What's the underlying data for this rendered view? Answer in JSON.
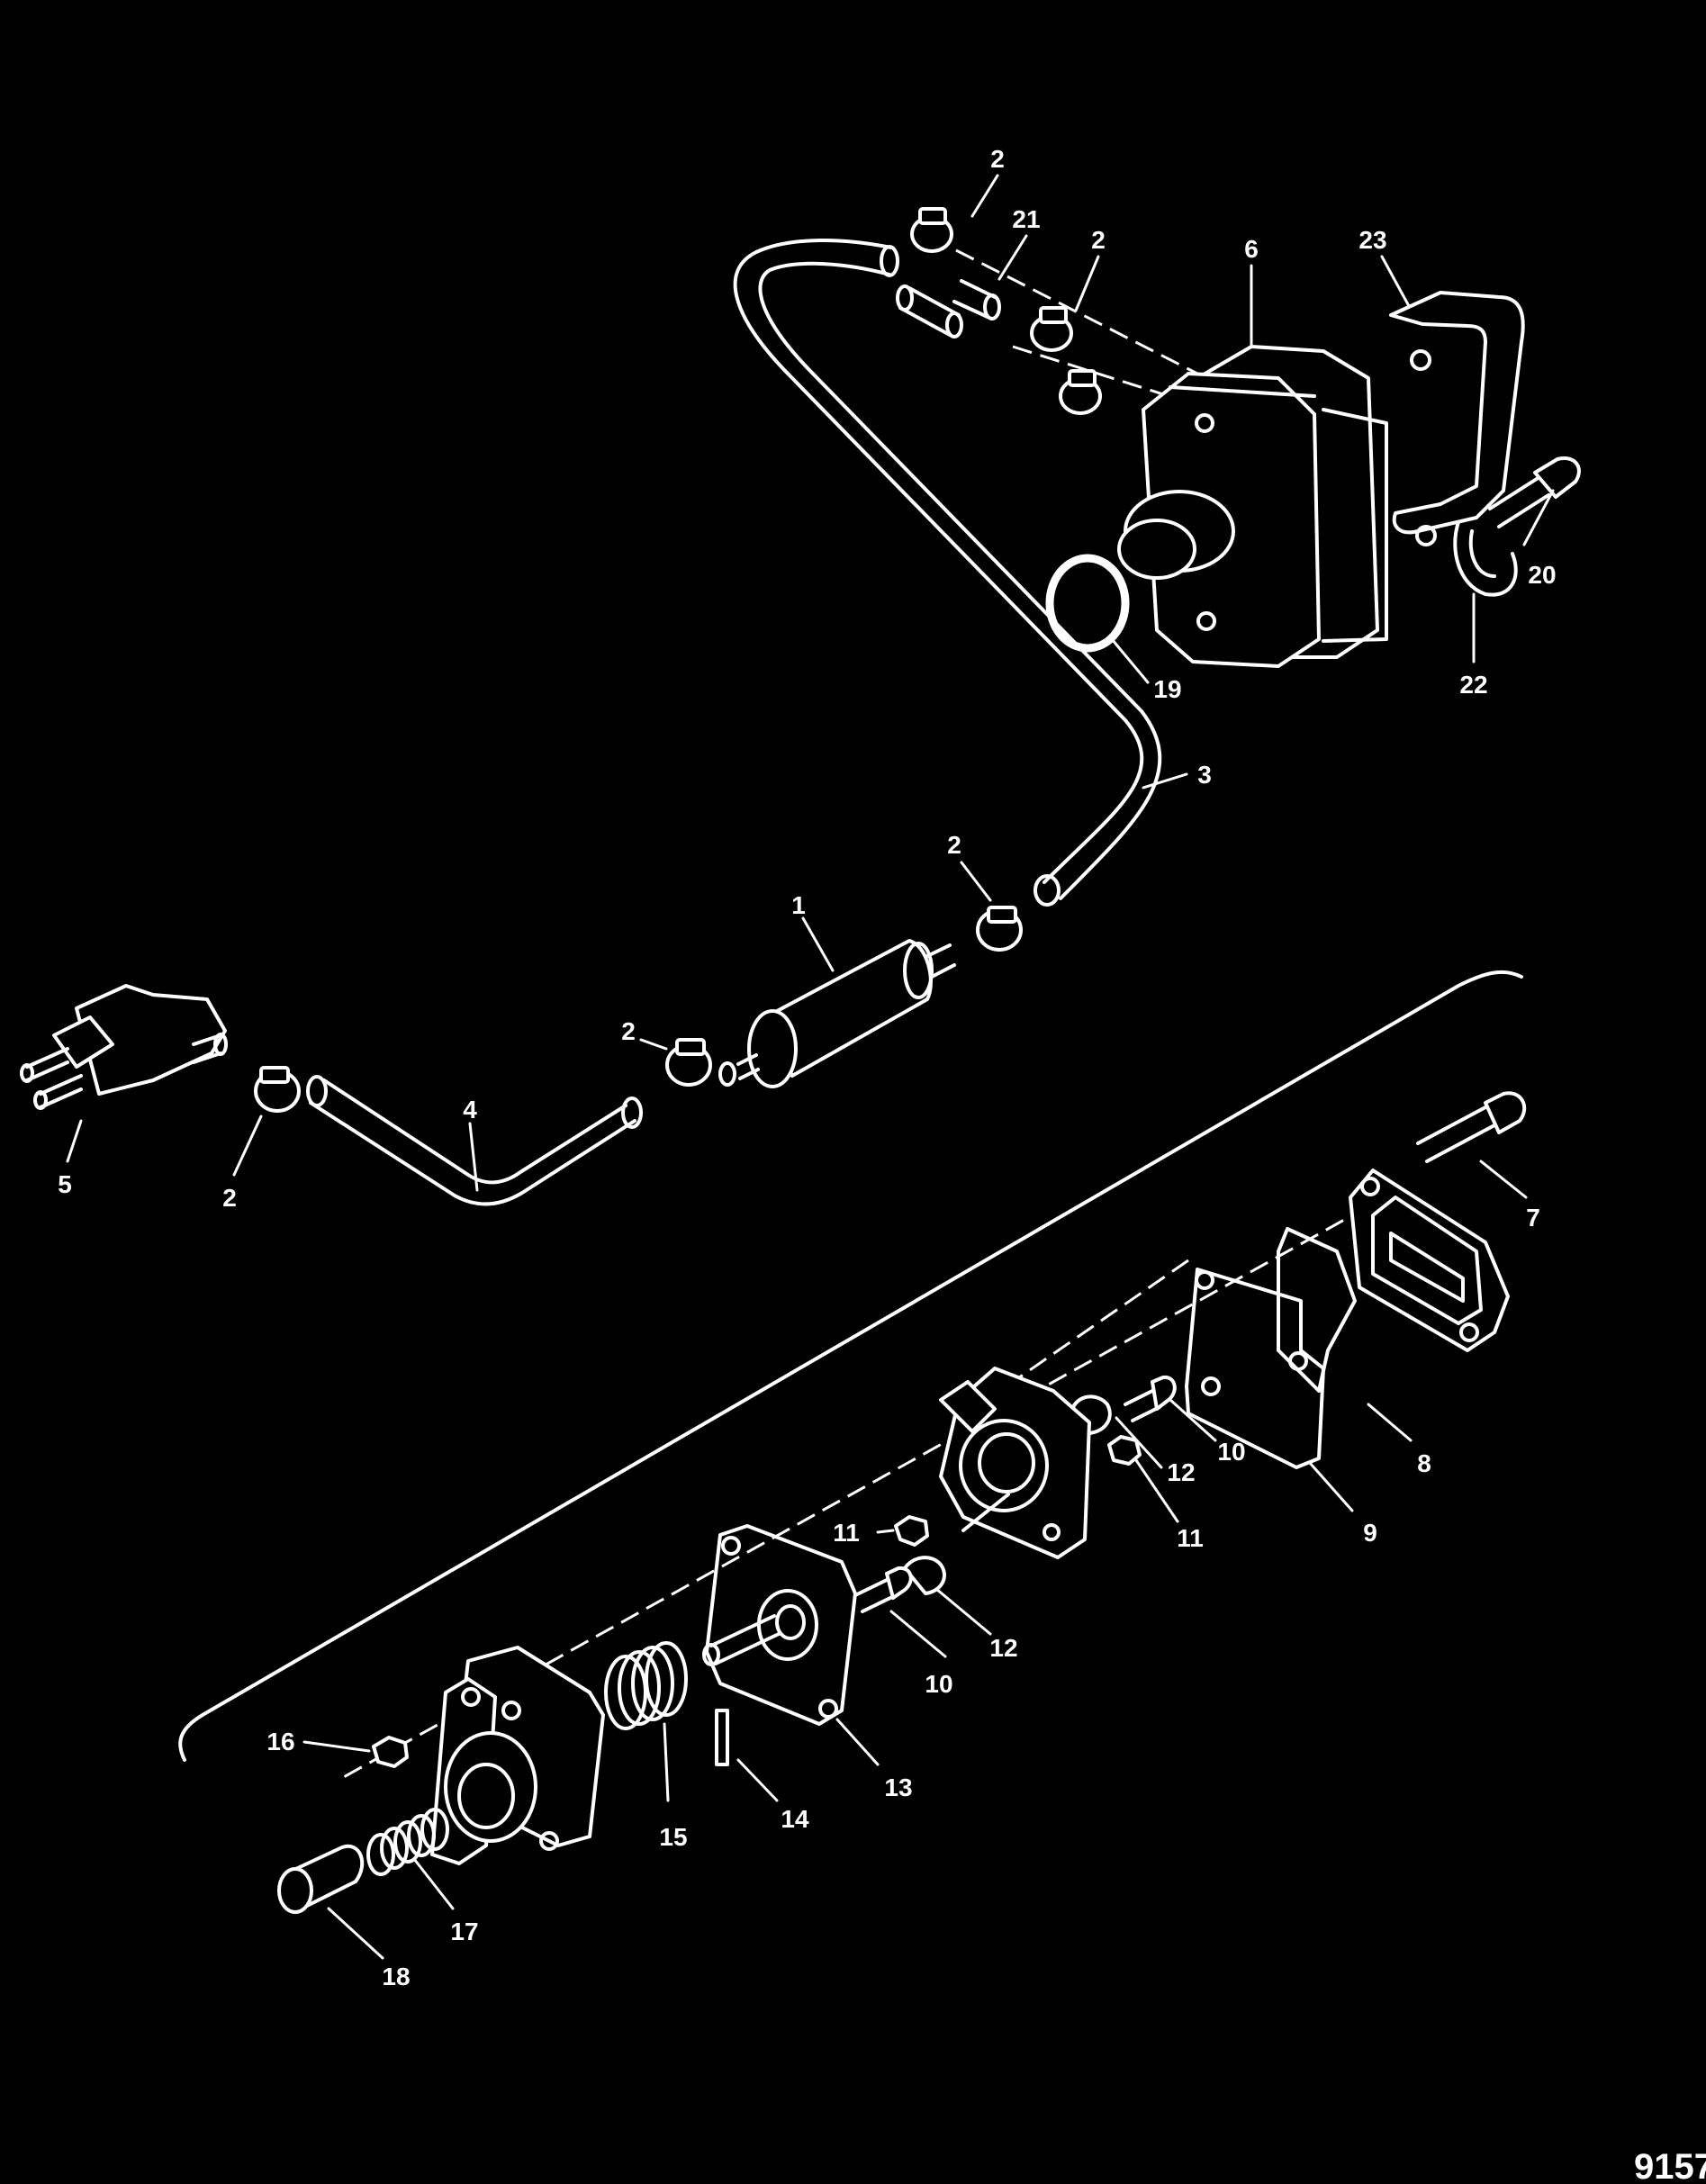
{
  "figure_number": "9157",
  "callouts": [
    {
      "id": "c2a",
      "text": "2"
    },
    {
      "id": "c21",
      "text": "21"
    },
    {
      "id": "c2b",
      "text": "2"
    },
    {
      "id": "c6",
      "text": "6"
    },
    {
      "id": "c23",
      "text": "23"
    },
    {
      "id": "c20",
      "text": "20"
    },
    {
      "id": "c22",
      "text": "22"
    },
    {
      "id": "c19",
      "text": "19"
    },
    {
      "id": "c3",
      "text": "3"
    },
    {
      "id": "c2c",
      "text": "2"
    },
    {
      "id": "c1",
      "text": "1"
    },
    {
      "id": "c2d",
      "text": "2"
    },
    {
      "id": "c4",
      "text": "4"
    },
    {
      "id": "c5",
      "text": "5"
    },
    {
      "id": "c2e",
      "text": "2"
    },
    {
      "id": "c7",
      "text": "7"
    },
    {
      "id": "c8",
      "text": "8"
    },
    {
      "id": "c9",
      "text": "9"
    },
    {
      "id": "c10a",
      "text": "10"
    },
    {
      "id": "c12a",
      "text": "12"
    },
    {
      "id": "c11a",
      "text": "11"
    },
    {
      "id": "c11b",
      "text": "11"
    },
    {
      "id": "c12b",
      "text": "12"
    },
    {
      "id": "c10b",
      "text": "10"
    },
    {
      "id": "c13",
      "text": "13"
    },
    {
      "id": "c14",
      "text": "14"
    },
    {
      "id": "c15",
      "text": "15"
    },
    {
      "id": "c16",
      "text": "16"
    },
    {
      "id": "c17",
      "text": "17"
    },
    {
      "id": "c18",
      "text": "18"
    }
  ]
}
